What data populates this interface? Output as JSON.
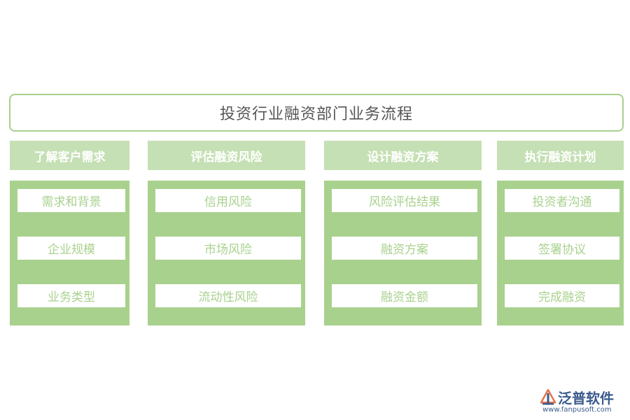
{
  "title": "投资行业融资部门业务流程",
  "columns": [
    {
      "header": "了解客户需求",
      "items": [
        "需求和背景",
        "企业规模",
        "业务类型"
      ]
    },
    {
      "header": "评估融资风险",
      "items": [
        "信用风险",
        "市场风险",
        "流动性风险"
      ]
    },
    {
      "header": "设计融资方案",
      "items": [
        "风险评估结果",
        "融资方案",
        "融资金额"
      ]
    },
    {
      "header": "执行融资计划",
      "items": [
        "投资者沟通",
        "签署协议",
        "完成融资"
      ]
    }
  ],
  "logo": {
    "name": "泛普软件",
    "url": "www.fanpusoft.com"
  },
  "colors": {
    "header_fill": "#c5e0b4",
    "body_fill": "#a9d18e",
    "border": "#a9d18e",
    "brand": "#3b5a8c"
  }
}
